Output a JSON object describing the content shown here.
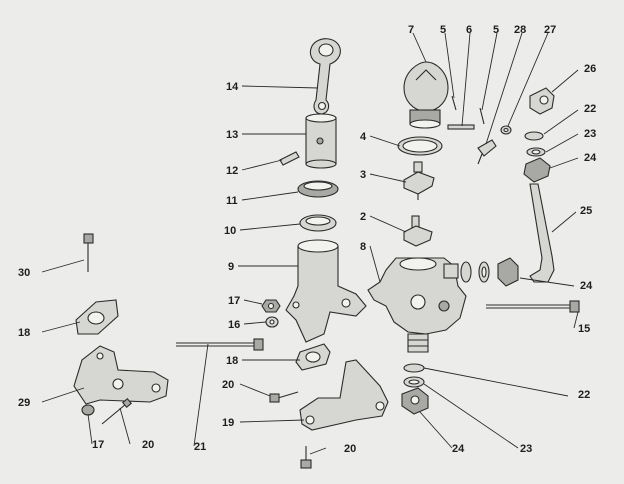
{
  "diagram": {
    "callouts": [
      {
        "id": "c14",
        "text": "14"
      },
      {
        "id": "c13",
        "text": "13"
      },
      {
        "id": "c12",
        "text": "12"
      },
      {
        "id": "c11",
        "text": "11"
      },
      {
        "id": "c10",
        "text": "10"
      },
      {
        "id": "c9",
        "text": "9"
      },
      {
        "id": "c17a",
        "text": "17"
      },
      {
        "id": "c16",
        "text": "16"
      },
      {
        "id": "c18a",
        "text": "18"
      },
      {
        "id": "c20a",
        "text": "20"
      },
      {
        "id": "c19",
        "text": "19"
      },
      {
        "id": "c20b",
        "text": "20"
      },
      {
        "id": "c21",
        "text": "21"
      },
      {
        "id": "c20c",
        "text": "20"
      },
      {
        "id": "c17b",
        "text": "17"
      },
      {
        "id": "c29",
        "text": "29"
      },
      {
        "id": "c18b",
        "text": "18"
      },
      {
        "id": "c30",
        "text": "30"
      },
      {
        "id": "c7",
        "text": "7"
      },
      {
        "id": "c5a",
        "text": "5"
      },
      {
        "id": "c6",
        "text": "6"
      },
      {
        "id": "c5b",
        "text": "5"
      },
      {
        "id": "c28",
        "text": "28"
      },
      {
        "id": "c27",
        "text": "27"
      },
      {
        "id": "c4",
        "text": "4"
      },
      {
        "id": "c3",
        "text": "3"
      },
      {
        "id": "c2",
        "text": "2"
      },
      {
        "id": "c8",
        "text": "8"
      },
      {
        "id": "c26",
        "text": "26"
      },
      {
        "id": "c22a",
        "text": "22"
      },
      {
        "id": "c23a",
        "text": "23"
      },
      {
        "id": "c24a",
        "text": "24"
      },
      {
        "id": "c25",
        "text": "25"
      },
      {
        "id": "c24b",
        "text": "24"
      },
      {
        "id": "c15",
        "text": "15"
      },
      {
        "id": "c22b",
        "text": "22"
      },
      {
        "id": "c23b",
        "text": "23"
      },
      {
        "id": "c24c",
        "text": "24"
      }
    ]
  }
}
